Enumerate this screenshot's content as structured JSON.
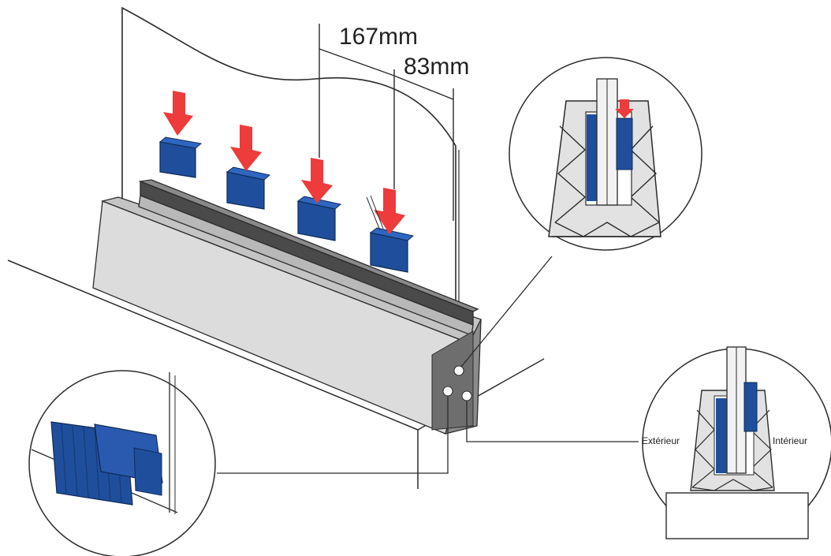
{
  "dimensions": {
    "spacing": "167mm",
    "edge_offset": "83mm"
  },
  "detail_right": {
    "left_label": "Extérieur",
    "right_label": "Intérieur"
  },
  "colors": {
    "clip_blue": "#1f4f9c",
    "clip_blue_dark": "#163a76",
    "arrow_red": "#ee3b3b",
    "profile_face": "#dcdcdc",
    "profile_end": "#8c8c8c",
    "line": "#2b2b2b"
  },
  "icons": [
    "down-arrow-icon",
    "glazing-clip-icon"
  ]
}
